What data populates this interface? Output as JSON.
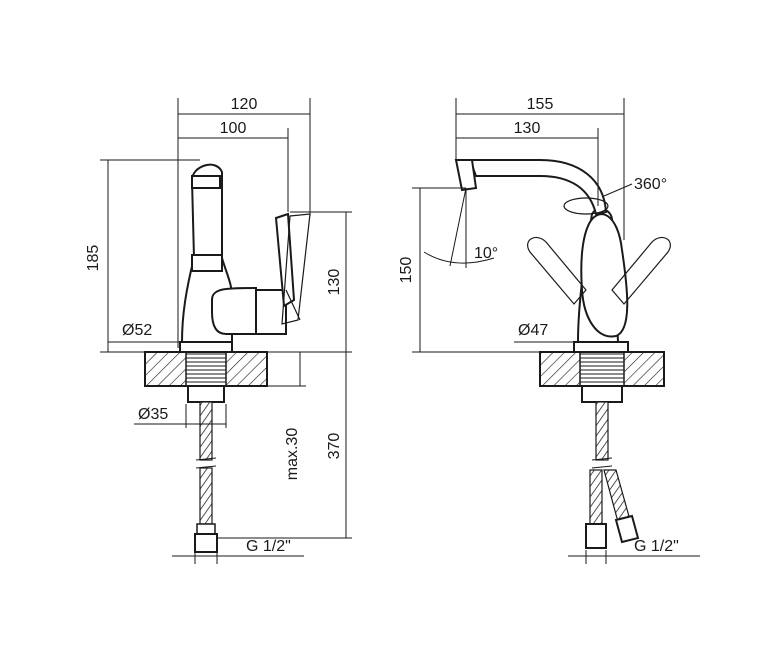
{
  "left_view": {
    "width_total": "120",
    "width_spout": "100",
    "height_total": "185",
    "height_handle": "130",
    "base_diameter": "Ø52",
    "shank_diameter": "Ø35",
    "max_thickness": "max.30",
    "hose_length": "370",
    "thread": "G 1/2\""
  },
  "right_view": {
    "width_total": "155",
    "width_spout": "130",
    "rotation": "360°",
    "spout_angle": "10°",
    "spout_height": "150",
    "base_diameter": "Ø47",
    "thread": "G 1/2\""
  }
}
